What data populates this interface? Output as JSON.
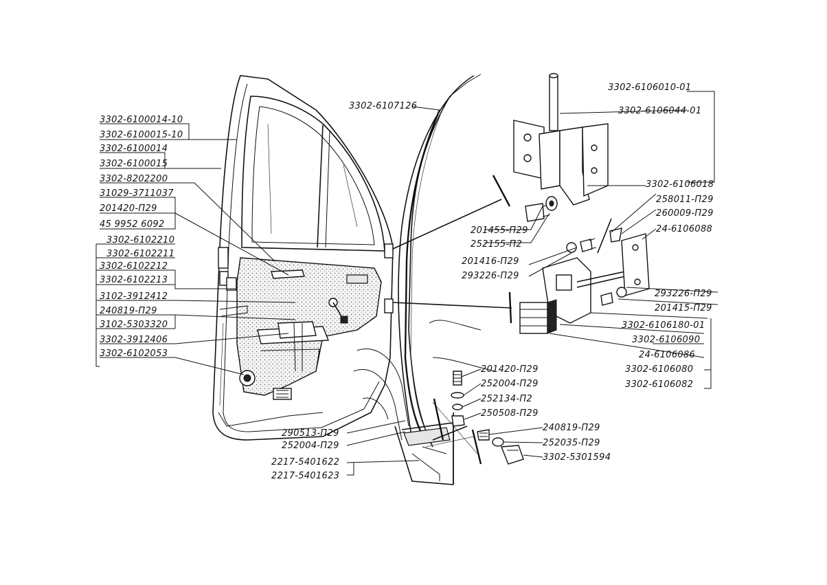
{
  "labels": {
    "l1": "3302-6100014-10",
    "l2": "3302-6100015-10",
    "l3": "3302-6100014",
    "l4": "3302-6100015",
    "l5": "3302-8202200",
    "l6": "31029-3711037",
    "l7": "201420-П29",
    "l8": "45 9952 6092",
    "l9": "3302-6102210",
    "l10": "3302-6102211",
    "l11": "3302-6102212",
    "l12": "3302-6102213",
    "l13": "3102-3912412",
    "l14": "240819-П29",
    "l15": "3102-5303320",
    "l16": "3302-3912406",
    "l17": "3302-6102053",
    "l18": "3302-6107126",
    "l19": "3302-6106010-01",
    "l20": "3302-6106044-01",
    "l21": "3302-6106018",
    "l22": "258011-П29",
    "l23": "260009-П29",
    "l24": "24-6106088",
    "l25": "201455-П29",
    "l26": "252155-П2",
    "l27": "201416-П29",
    "l28": "293226-П29",
    "l29": "293226-П29",
    "l30": "201415-П29",
    "l31": "3302-6106180-01",
    "l32": "3302-6106090",
    "l33": "24-6106086",
    "l34": "3302-6106080",
    "l35": "3302-6106082",
    "l36": "201420-П29",
    "l37": "252004-П29",
    "l38": "252134-П2",
    "l39": "250508-П29",
    "l40": "240819-П29",
    "l41": "252035-П29",
    "l42": "3302-5301594",
    "l43": "290513-П29",
    "l44": "252004-П29",
    "l45": "2217-5401622",
    "l46": "2217-5401623"
  }
}
